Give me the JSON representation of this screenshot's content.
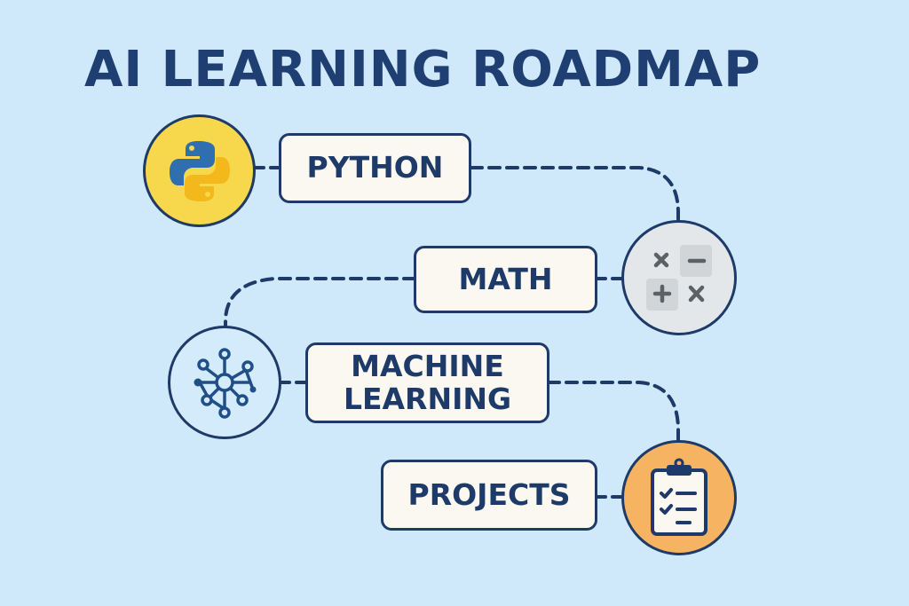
{
  "title": "AI LEARNING ROADMAP",
  "steps": [
    {
      "label": "PYTHON",
      "icon": "python-logo-icon",
      "color": "#f7d74c"
    },
    {
      "label": "MATH",
      "icon": "math-operators-icon",
      "color": "#e4e7ea"
    },
    {
      "label": "MACHINE LEARNING",
      "icon": "neural-network-icon",
      "color": "#d4ebfb"
    },
    {
      "label": "PROJECTS",
      "icon": "clipboard-checklist-icon",
      "color": "#f6b462"
    }
  ],
  "colors": {
    "background": "#cfe8fa",
    "ink": "#1d3a68"
  }
}
